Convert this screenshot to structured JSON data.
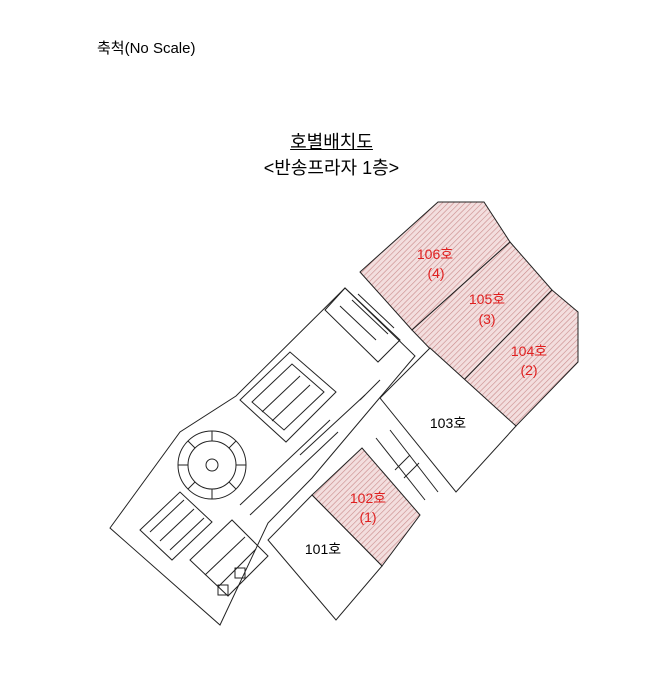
{
  "header": {
    "scale_note": "축척(No Scale)",
    "title": "호별배치도",
    "subtitle": "<반송프라자 1층>"
  },
  "units": [
    {
      "id": "106",
      "name": "106호",
      "num": "(4)",
      "highlighted": true
    },
    {
      "id": "105",
      "name": "105호",
      "num": "(3)",
      "highlighted": true
    },
    {
      "id": "104",
      "name": "104호",
      "num": "(2)",
      "highlighted": true
    },
    {
      "id": "103",
      "name": "103호",
      "num": "",
      "highlighted": false
    },
    {
      "id": "102",
      "name": "102호",
      "num": "(1)",
      "highlighted": true
    },
    {
      "id": "101",
      "name": "101호",
      "num": "",
      "highlighted": false
    }
  ],
  "colors": {
    "highlight_fill": "#f2dcdc",
    "hatch": "#c98a8a",
    "highlight_text": "#e01f1f",
    "line": "#222222"
  }
}
